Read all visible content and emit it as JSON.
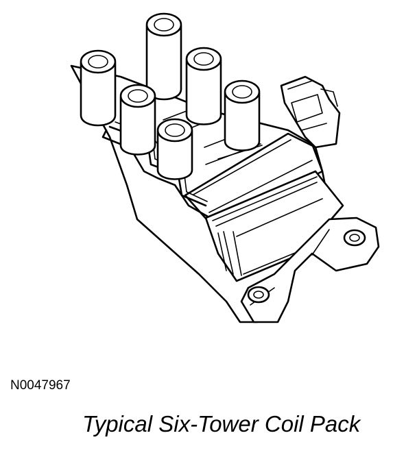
{
  "figure": {
    "id": "N0047967",
    "caption": "Typical Six-Tower Coil Pack"
  },
  "illustration": {
    "subject": "coil-pack",
    "towers": 6,
    "stroke_color": "#000000",
    "background_color": "#ffffff"
  }
}
